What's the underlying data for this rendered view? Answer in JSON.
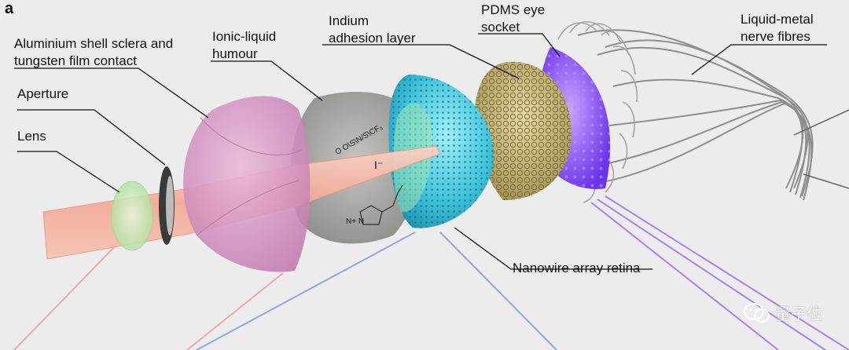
{
  "panel_label": "a",
  "labels": {
    "sclera_line1": "Aluminium shell sclera and",
    "sclera_line2": "tungsten film contact",
    "humour_line1": "Ionic-liquid",
    "humour_line2": "humour",
    "indium_line1": "Indium",
    "indium_line2": "adhesion layer",
    "pdms_line1": "PDMS eye",
    "pdms_line2": "socket",
    "nerve_line1": "Liquid-metal",
    "nerve_line2": "nerve fibres",
    "aperture": "Aperture",
    "lens": "Lens",
    "retina": "Nanowire array retina"
  },
  "chemistry": {
    "iodide": "I⁻",
    "anion_text": "O  O\\S\\N/S\\CF₃",
    "cation_text": "N+  N"
  },
  "watermark": {
    "text": "量子位",
    "icon": "wechat-icon"
  },
  "colors": {
    "background": "#ececec",
    "beam": "#f6b8a8",
    "sclera": "#d89ac8",
    "humour": "#a8a8a4",
    "retina": "#4fd0e4",
    "socket": "#c8b878",
    "nerve": "#9c6cf0",
    "fibre": "#8c8c8c"
  }
}
